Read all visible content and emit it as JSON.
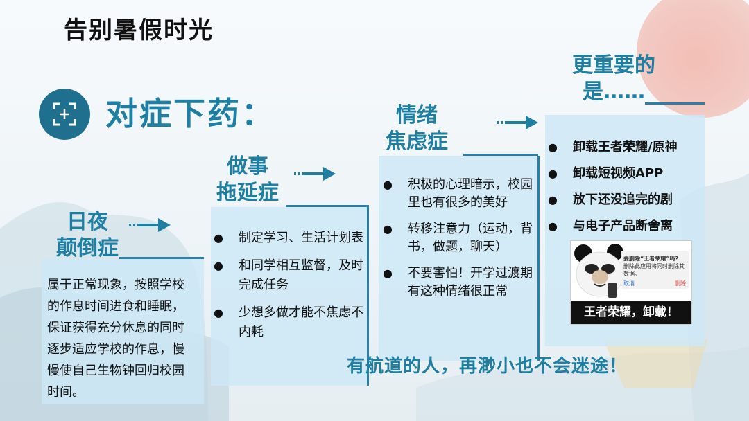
{
  "slide": {
    "title": "告别暑假时光",
    "heading": "对症下药：",
    "badge_icon": "focus-frame-icon",
    "colors": {
      "accent": "#1f7fa3",
      "box": "#cde8f6",
      "badge": "#1f6f8e",
      "sun": "#f3b8ae"
    }
  },
  "steps": [
    {
      "title_line1": "日夜",
      "title_line2": "颠倒症",
      "description": "属于正常现象，按照学校的作息时间进食和睡眠，保证获得充分休息的同时逐步适应学校的作息，慢慢使自己生物钟回归校园时间。"
    },
    {
      "title_line1": "做事",
      "title_line2": "拖延症",
      "items": [
        "制定学习、生活计划表",
        "和同学相互监督，及时完成任务",
        "少想多做才能不焦虑不内耗"
      ]
    },
    {
      "title_line1": "情绪",
      "title_line2": "焦虑症",
      "items": [
        "积极的心理暗示，校园里也有很多的美好",
        "转移注意力（运动，背书，做题，聊天）",
        "不要害怕！开学过渡期有这种情绪很正常"
      ]
    },
    {
      "title_line1": "更重要的",
      "title_line2": "是……",
      "items": [
        "卸载王者荣耀/原神",
        "卸载短视频APP",
        "放下还没追完的剧",
        "与电子产品断舍离"
      ]
    }
  ],
  "meme": {
    "dialog_title": "要删除“王者荣耀”吗?",
    "dialog_body": "删除此应用将同时删除其数据。",
    "dialog_cancel": "取消",
    "dialog_delete": "删除",
    "caption": "王者荣耀，卸载！"
  },
  "motto": "有航道的人，再渺小也不会迷途！"
}
